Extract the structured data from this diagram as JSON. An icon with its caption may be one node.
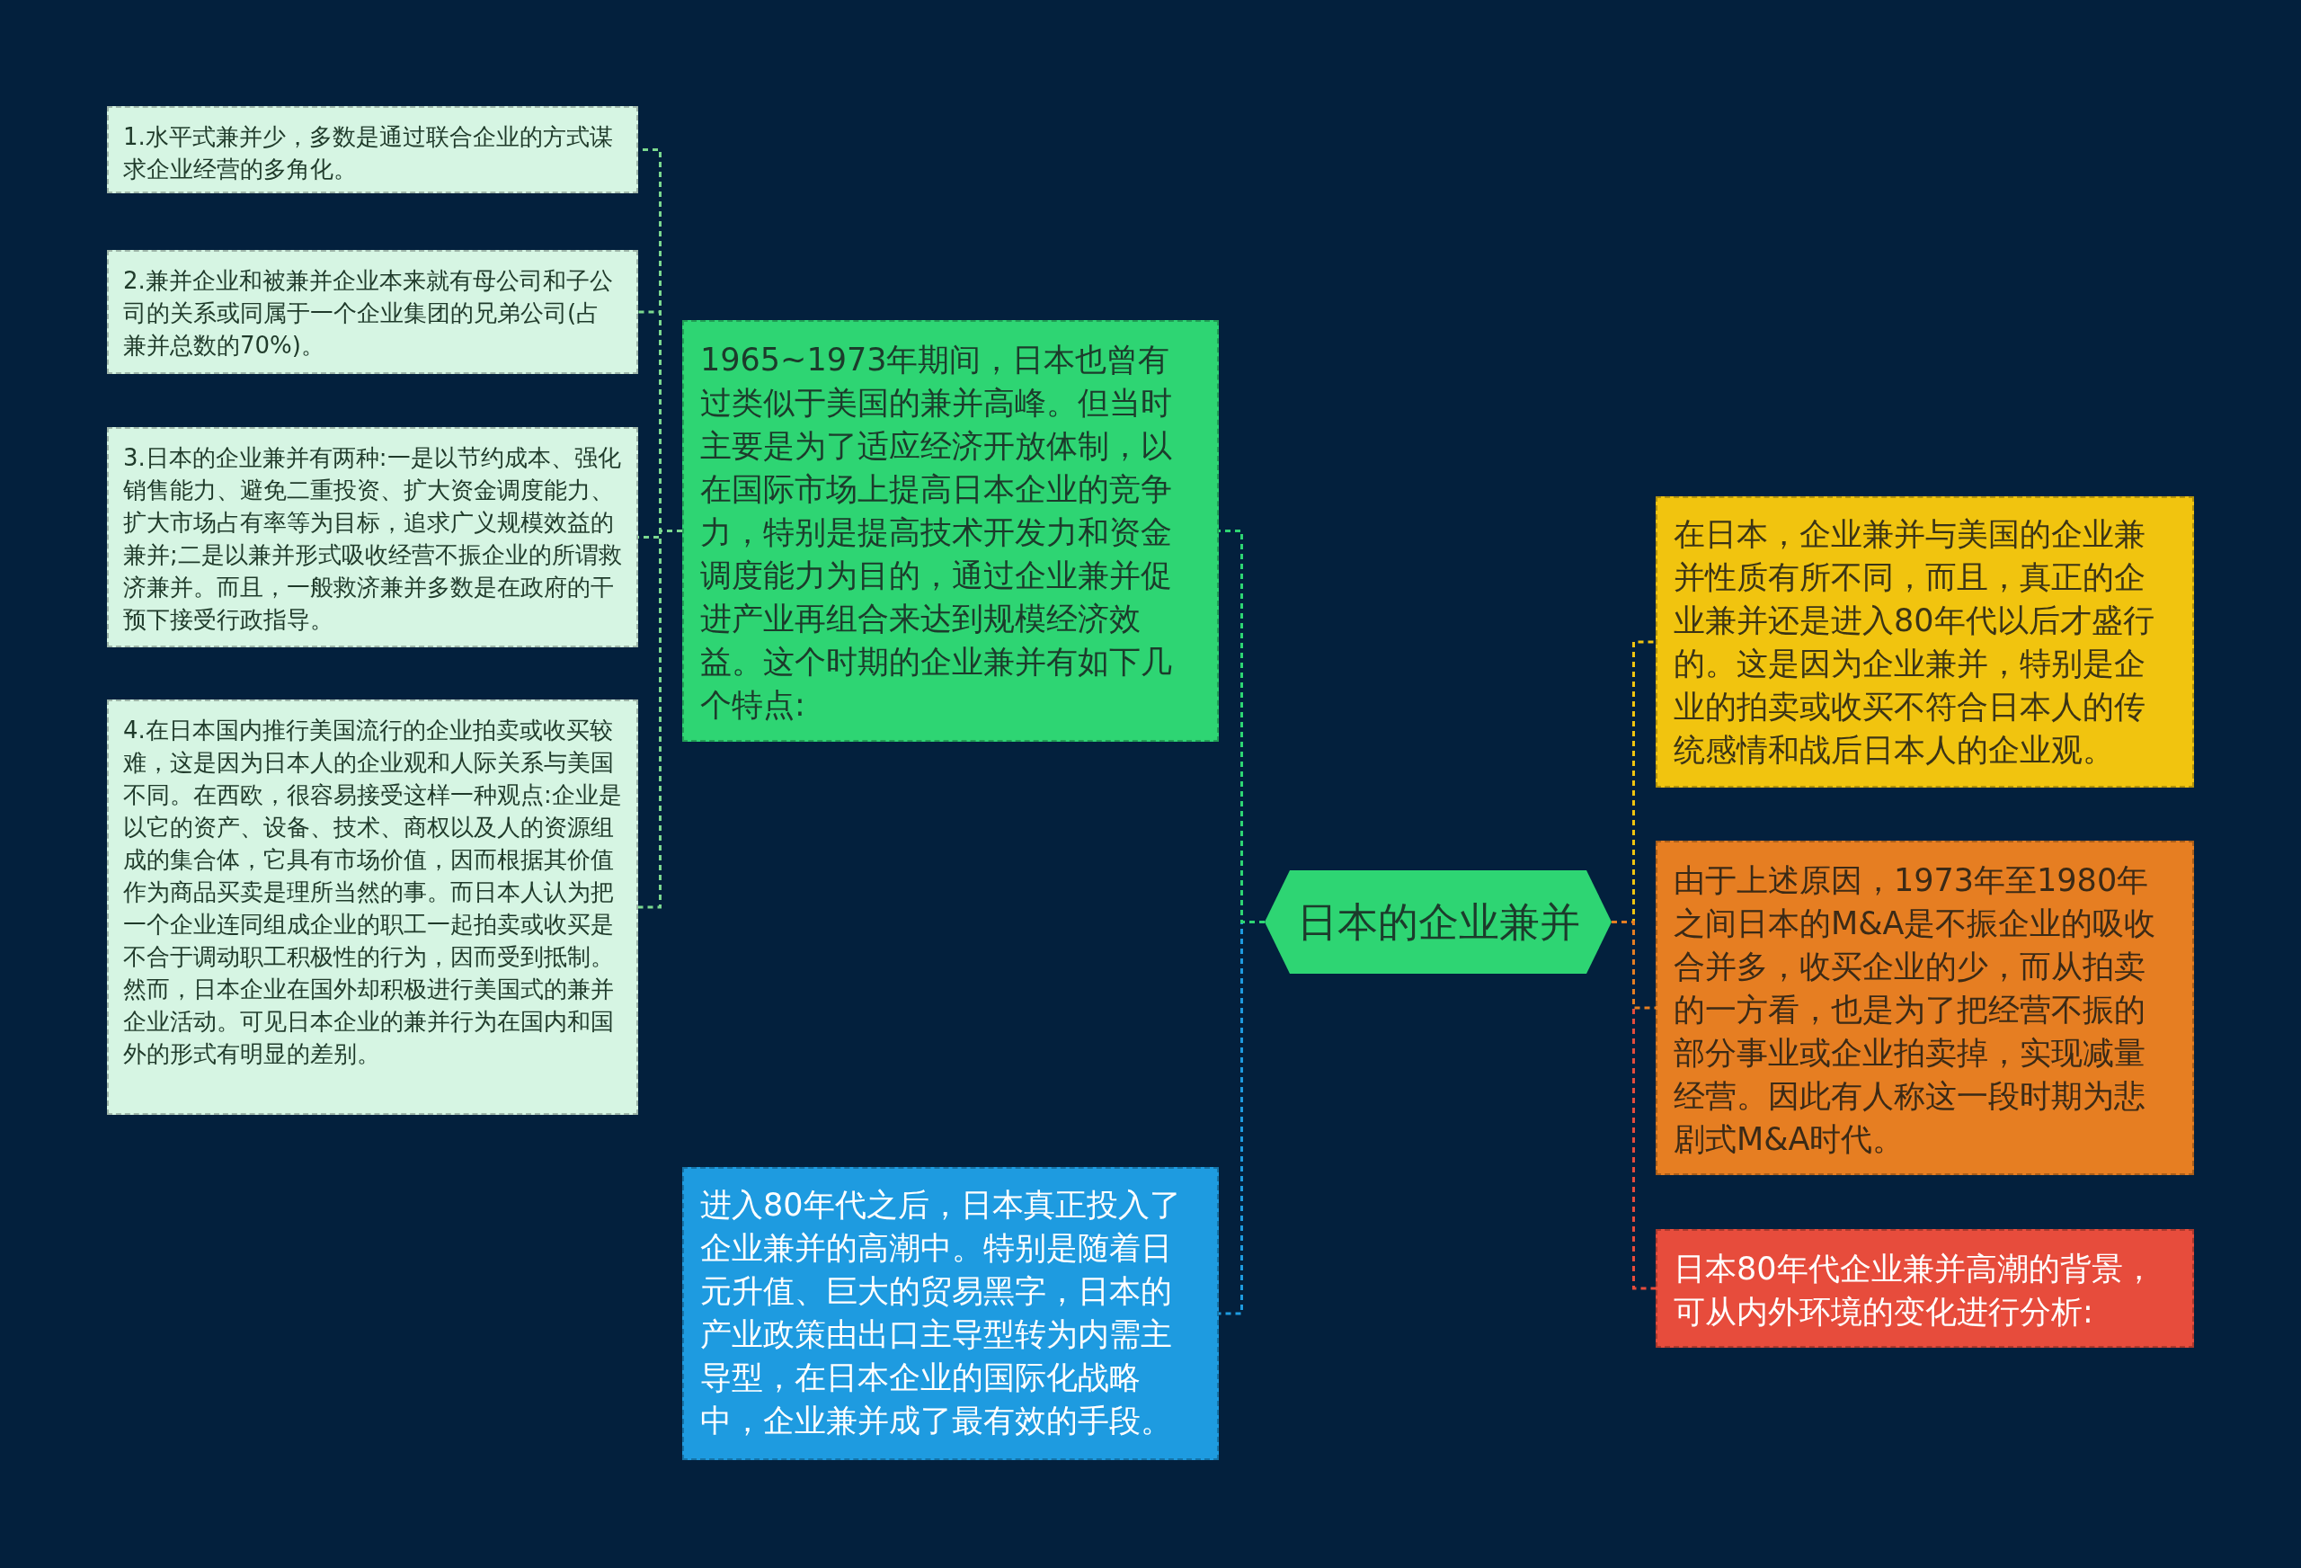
{
  "diagram": {
    "nodes": [
      {
        "text": [
          "日本的企业兼并"
        ]
      },
      {
        "text": [
          "1965~1973年期间，日本也曾有过类似于美国的兼并高峰。但当时主要是为了适应经济开放体制，以在国际市场上提高日本企业的竞争力，特别是提高技术开发力和资金调度能力为目的，通过企业兼并促进产业再组合来达到规模经济效益。这个时期的企业兼并有如下几个特点:"
        ]
      },
      {
        "text": [
          "进入80年代之后，日本真正投入了企业兼并的高潮中。特别是随着日元升值、巨大的贸易黑字，日本的产业政策由出口主导型转为内需主导型，在日本企业的国际化战略中，企业兼并成了最有效的手段。"
        ]
      },
      {
        "text": [
          "在日本，企业兼并与美国的企业兼并性质有所不同，而且，真正的企业兼并还是进入80年代以后才盛行的。这是因为企业兼并，特别是企业的拍卖或收买不符合日本人的传统感情和战后日本人的企业观。"
        ]
      },
      {
        "text": [
          "由于上述原因，1973年至1980年之间日本的M&A是不振企业的吸收合并多，收买企业的少，而从拍卖的一方看，也是为了把经营不振的部分事业或企业拍卖掉，实现减量经营。因此有人称这一段时期为悲剧式M&A时代。"
        ]
      },
      {
        "text": [
          "日本80年代企业兼并高潮的背景，可从内外环境的变化进行分析:"
        ]
      },
      {
        "text": [
          "1.水平式兼并少，多数是通过联合企业的方式谋求企业经营的多角化。"
        ]
      },
      {
        "text": [
          "2.兼并企业和被兼并企业本来就有母公司和子公司的关系或同属于一个企业集团的兄弟公司(占兼并总数的70%)。"
        ]
      },
      {
        "text": [
          "3.日本的企业兼并有两种:一是以节约成本、强化销售能力、避免二重投资、扩大资金调度能力、扩大市场占有率等为目标，追求广义规模效益的兼并;二是以兼并形式吸收经营不振企业的所谓救济兼并。而且，一般救济兼并多数是在政府的干预下接受行政指导。"
        ]
      },
      {
        "text": [
          "4.在日本国内推行美国流行的企业拍卖或收买较难，这是因为日本人的企业观和人际关系与美国不同。在西欧，很容易接受这样一种观点:企业是以它的资产、设备、技术、商权以及人的资源组成的集合体，它具有市场价值，因而根据其价值作为商品买卖是理所当然的事。而日本人认为把一个企业连同组成企业的职工一起拍卖或收买是不合于调动职工积极性的行为，因而受到抵制。然而，日本企业在国外却积极进行美国式的兼并企业活动。可见日本企业的兼并行为在国内和国外的形式有明显的差别。"
        ]
      }
    ],
    "edges": [
      {
        "from": 0,
        "to": 1,
        "arrow": "none",
        "style": "dashed",
        "color": "#2ed573"
      },
      {
        "from": 0,
        "to": 2,
        "arrow": "none",
        "style": "dashed",
        "color": "#1e9be0"
      },
      {
        "from": 0,
        "to": 3,
        "arrow": "none",
        "style": "dashed",
        "color": "#f1c40f"
      },
      {
        "from": 0,
        "to": 4,
        "arrow": "none",
        "style": "dashed",
        "color": "#e67e22"
      },
      {
        "from": 0,
        "to": 5,
        "arrow": "none",
        "style": "dashed",
        "color": "#e74c3c"
      },
      {
        "from": 1,
        "to": 6,
        "arrow": "none",
        "style": "dashed",
        "color": "#7bd88f"
      },
      {
        "from": 1,
        "to": 7,
        "arrow": "none",
        "style": "dashed",
        "color": "#7bd88f"
      },
      {
        "from": 1,
        "to": 8,
        "arrow": "none",
        "style": "dashed",
        "color": "#7bd88f"
      },
      {
        "from": 1,
        "to": 9,
        "arrow": "none",
        "style": "dashed",
        "color": "#7bd88f"
      }
    ]
  }
}
